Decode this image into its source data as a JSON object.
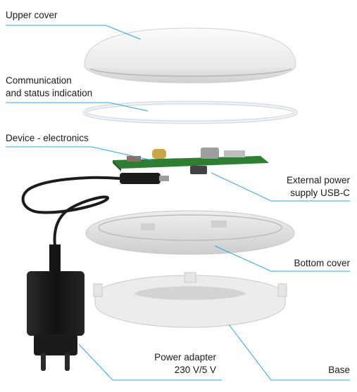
{
  "labels": {
    "upper_cover": "Upper cover",
    "communication_line1": "Communication",
    "communication_line2": "and status indication",
    "electronics": "Device - electronics",
    "usb_line1": "External power",
    "usb_line2": "supply USB-C",
    "bottom_cover": "Bottom cover",
    "adapter_line1": "Power adapter",
    "adapter_line2": "230 V/5 V",
    "base": "Base"
  },
  "colors": {
    "leader_line": "#29a8e0",
    "pcb": "#2e7d32",
    "plastic": "#e8e8e8",
    "charger": "#1b1b1b"
  }
}
